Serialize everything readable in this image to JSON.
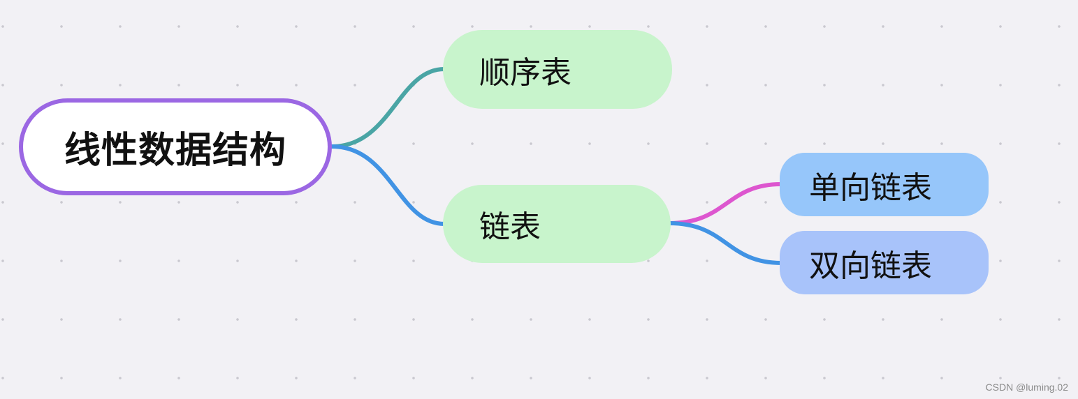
{
  "mindmap": {
    "root": {
      "label": "线性数据结构",
      "border_color": "#9b67e3"
    },
    "children": [
      {
        "label": "顺序表",
        "fill": "#c8f4cc",
        "edge_color": "#4aa5a5"
      },
      {
        "label": "链表",
        "fill": "#c8f4cc",
        "edge_color": "#4193e4",
        "children": [
          {
            "label": "单向链表",
            "fill": "#96c6fa",
            "edge_color": "#dd56cf"
          },
          {
            "label": "双向链表",
            "fill": "#a8c3fa",
            "edge_color": "#4193e4"
          }
        ]
      }
    ]
  },
  "watermark": "CSDN @luming.02"
}
